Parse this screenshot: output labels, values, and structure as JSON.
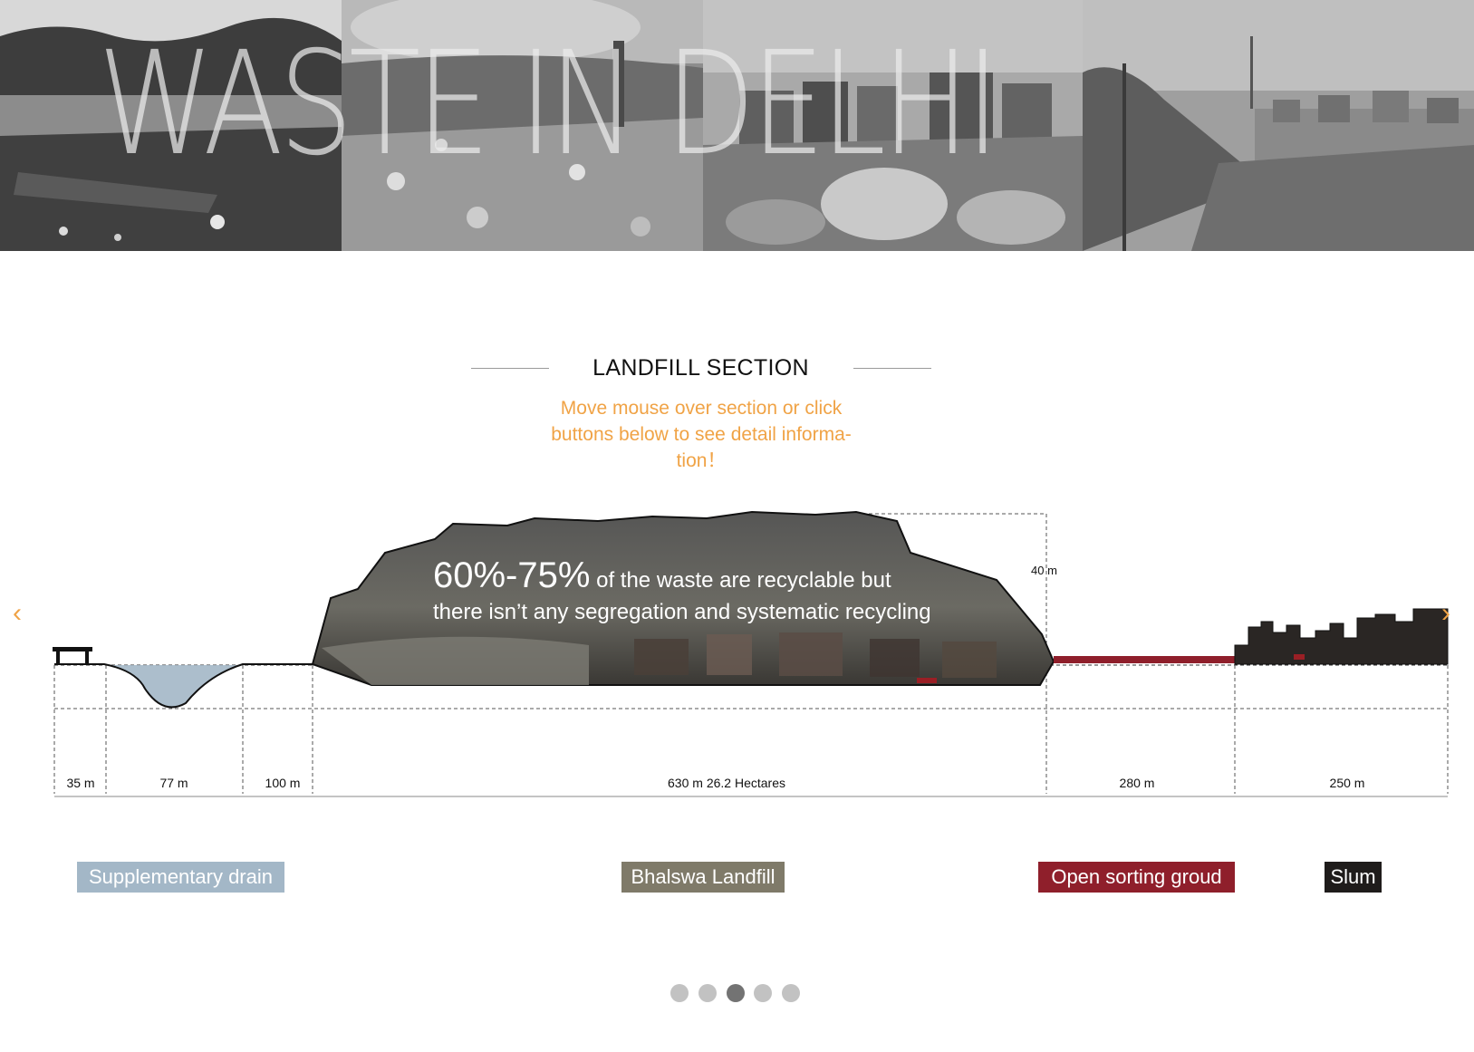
{
  "hero": {
    "title": "WASTE IN DELHI"
  },
  "section": {
    "title": "LANDFILL SECTION",
    "hint_lines": [
      "Move mouse over section or click",
      "buttons below to see detail informa-",
      "tion！"
    ]
  },
  "diagram": {
    "headline_big": "60%-75%",
    "headline_rest": " of the waste are recyclable but",
    "headline_line2": "there isn’t any segregation and systematic recycling",
    "height_label": "40 m",
    "dimensions": [
      "35 m",
      "77 m",
      "100 m",
      "630 m  26.2 Hectares",
      "280 m",
      "250 m"
    ],
    "zone_colors": {
      "drain": "#a3b7c7",
      "landfill": "#7f7a69",
      "sorting": "#8f1f2b",
      "slum": "#1f1c1b"
    }
  },
  "categories": [
    {
      "label": "Supplementary drain"
    },
    {
      "label": "Bhalswa Landfill"
    },
    {
      "label": "Open sorting groud"
    },
    {
      "label": "Slum"
    }
  ],
  "nav": {
    "prev_icon": "chevron-left-icon",
    "next_icon": "chevron-right-icon",
    "accent": "#f0a346"
  },
  "pagination": {
    "total": 5,
    "active_index": 2
  }
}
